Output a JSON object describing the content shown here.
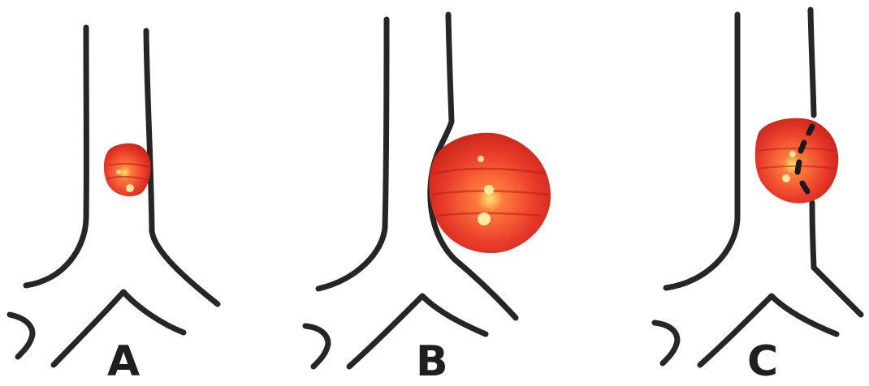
{
  "panels": [
    {
      "id": "A",
      "label": "A"
    },
    {
      "id": "B",
      "label": "B"
    },
    {
      "id": "C",
      "label": "C"
    }
  ],
  "colors": {
    "background": "#ffffff",
    "outline": "#262626",
    "mass_base": "#e83a2a",
    "mass_highlight": "#ffe36b"
  }
}
